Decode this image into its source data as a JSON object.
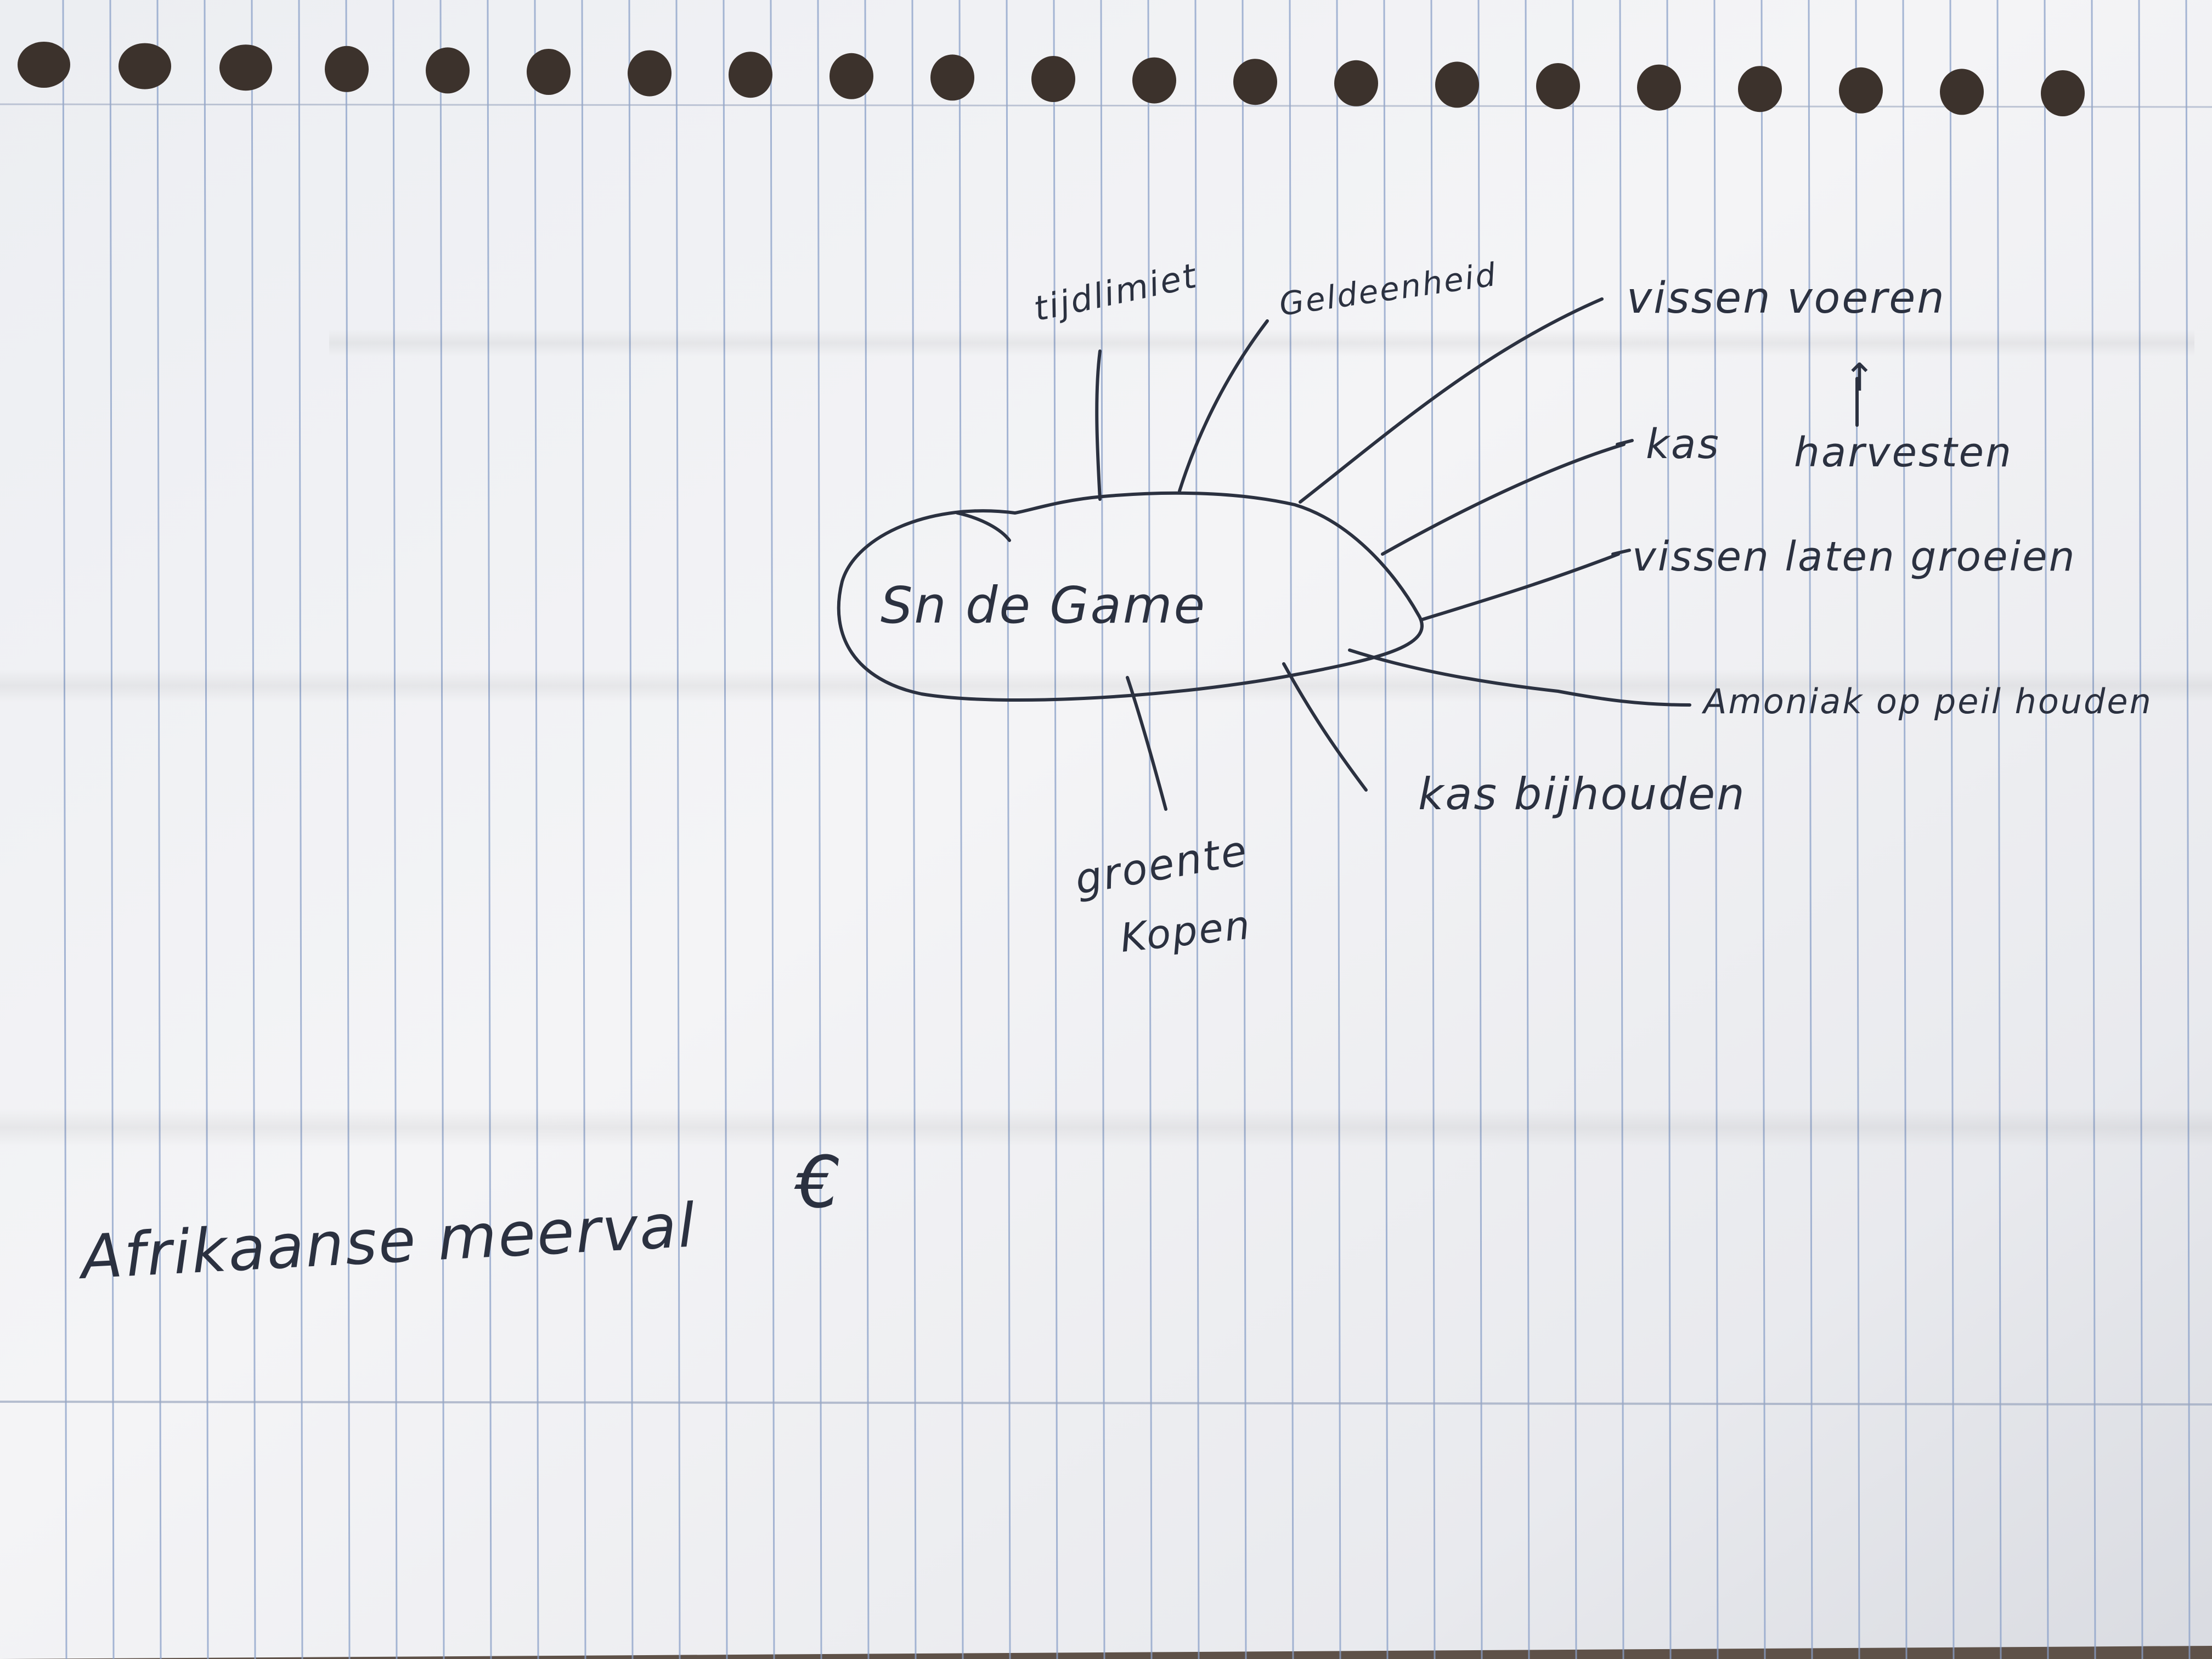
{
  "mindmap": {
    "center": "Sn de Game",
    "branches": {
      "tijdlimiet": "tijdlimiet",
      "geldeenheid": "Geldeenheid",
      "vissen_voeren": "vissen voeren",
      "kas_harvesten": "kas",
      "harvesten": "harvesten",
      "vissen_laten_groeien": "vissen laten groeien",
      "amoniak": "Amoniak op peil houden",
      "kas_bijhouden": "kas bijhouden",
      "groente": "groente",
      "kopen": "Kopen"
    },
    "arrow_glyph": "↑"
  },
  "note": {
    "text": "Afrikaanse meerval",
    "currency": "€"
  },
  "colors": {
    "paper": "#f1f1f3",
    "rule_line": "#8aa0c8",
    "margin_line": "#9aa6bf",
    "ink": "#2b3140",
    "backdrop": "#5e5148"
  }
}
